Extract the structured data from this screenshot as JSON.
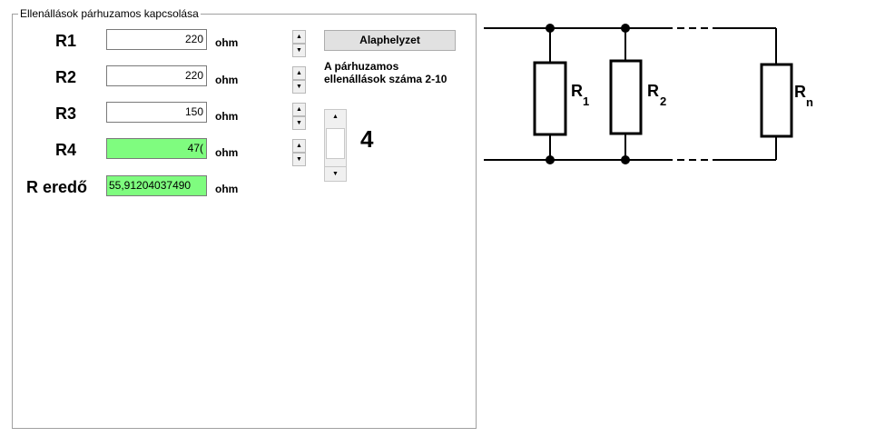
{
  "group": {
    "title": "Ellenállások párhuzamos kapcsolása"
  },
  "rows": [
    {
      "label": "R1",
      "value": "220",
      "unit": "ohm"
    },
    {
      "label": "R2",
      "value": "220",
      "unit": "ohm"
    },
    {
      "label": "R3",
      "value": "150",
      "unit": "ohm"
    },
    {
      "label": "R4",
      "value": "47(",
      "unit": "ohm"
    }
  ],
  "result": {
    "label": "R eredő",
    "value": "55,91204037490",
    "unit": "ohm"
  },
  "reset_button": "Alaphelyzet",
  "count_label": "A párhuzamos ellenállások száma 2-10",
  "count": {
    "value": "4",
    "min": 2,
    "max": 10,
    "current": 4
  },
  "colors": {
    "highlight": "#7ffc7f"
  },
  "diagram": {
    "labels": [
      {
        "letter": "R",
        "sub": "1"
      },
      {
        "letter": "R",
        "sub": "2"
      },
      {
        "letter": "R",
        "sub": "n"
      }
    ]
  }
}
